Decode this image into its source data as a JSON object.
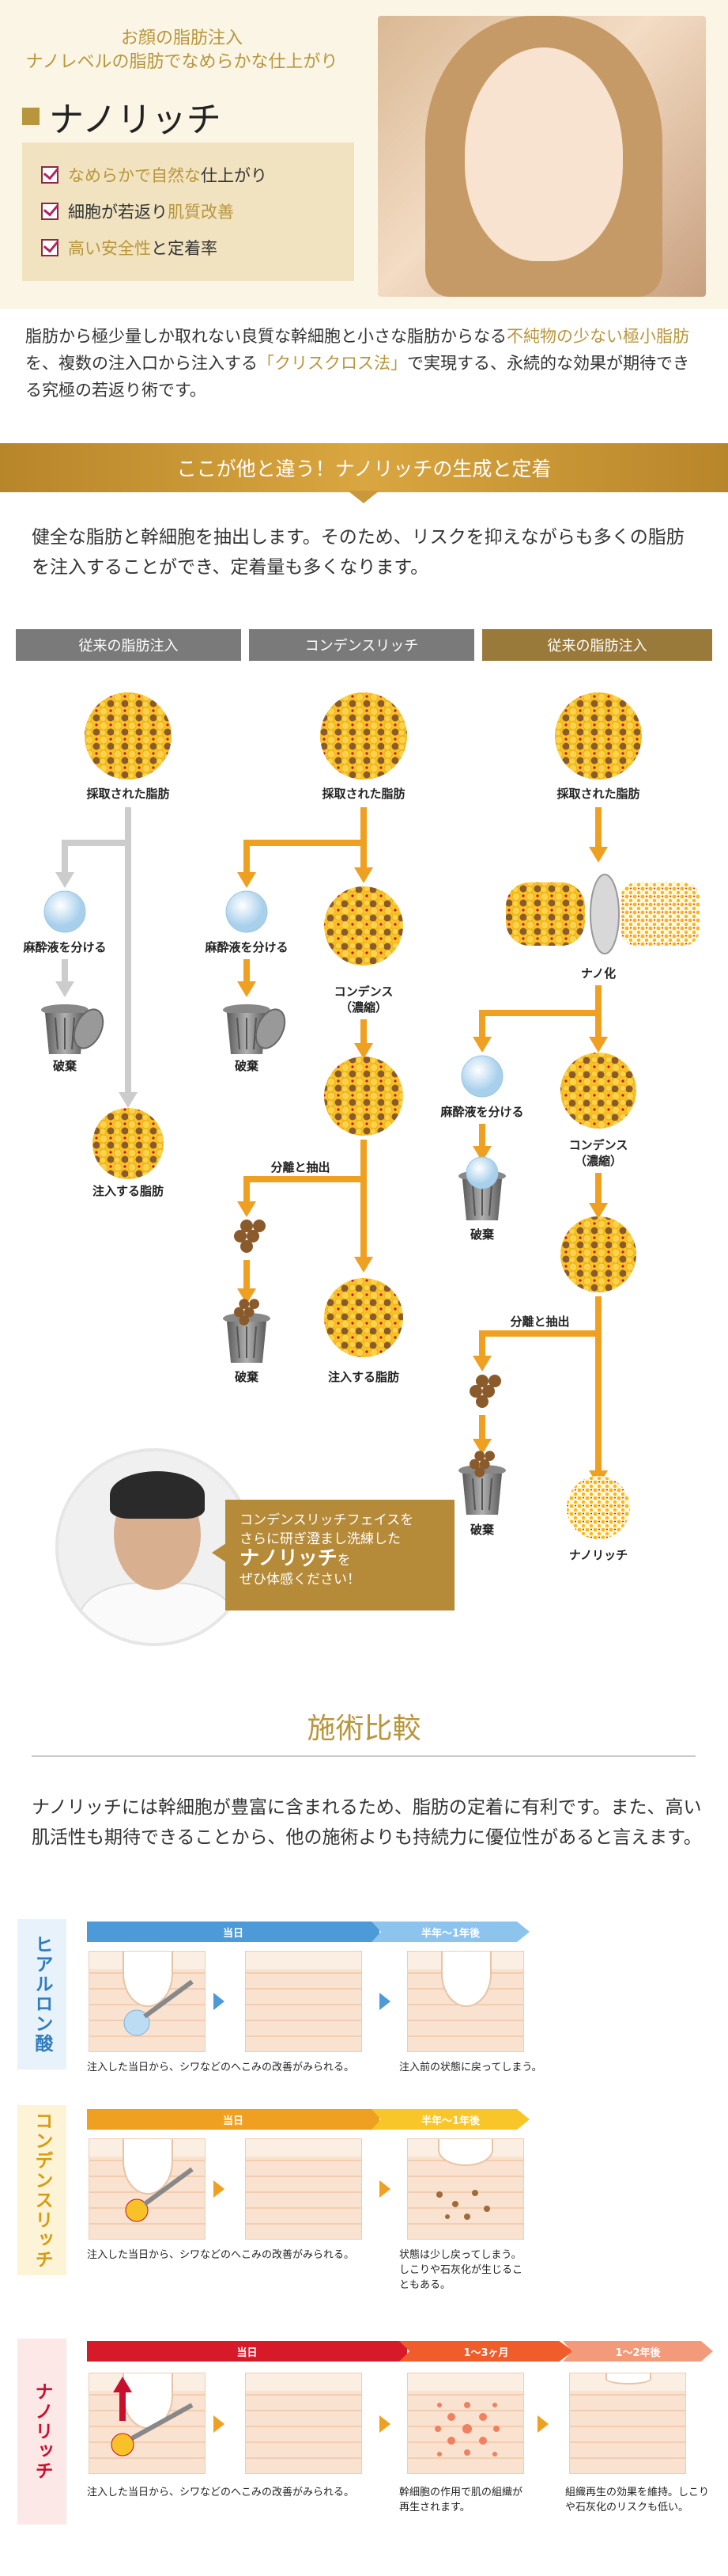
{
  "hero": {
    "line1": "お顔の脂肪注入",
    "line2": "ナノレベルの脂肪でなめらかな仕上がり",
    "title": "ナノリッチ",
    "features": [
      {
        "pre": "",
        "hl": "なめらかで自然な",
        "post": "仕上がり"
      },
      {
        "pre": "細胞が若返り",
        "hl": "肌質改善",
        "post": ""
      },
      {
        "pre": "",
        "hl": "高い安全性",
        "post": "と定着率"
      }
    ]
  },
  "intro": {
    "part1": "脂肪から極少量しか取れない良質な幹細胞と小さな脂肪からなる",
    "hl1": "不純物の少ない極小脂肪",
    "part2": "を、複数の注入口から注入する",
    "hl2": "「クリスクロス法」",
    "part3": "で実現する、永続的な効果が期待できる究極の若返り術です。"
  },
  "banner": "ここが他と違う！ナノリッチの生成と定着",
  "lead": "健全な脂肪と幹細胞を抽出します。そのため、リスクを抑えながらも多くの脂肪を注入することができ、定着量も多くなります。",
  "columns": [
    "従来の脂肪注入",
    "コンデンスリッチ",
    "従来の脂肪注入"
  ],
  "diagram": {
    "harvested": "採取された脂肪",
    "separate_anesthetic": "麻酔液を分ける",
    "discard": "破棄",
    "inject": "注入する脂肪",
    "condense": "コンデンス",
    "condense_sub": "（濃縮）",
    "separate_extract": "分離と抽出",
    "nano": "ナノ化",
    "nanorich": "ナノリッチ"
  },
  "speech": {
    "l1": "コンデンスリッチフェイスを",
    "l2": "さらに研ぎ澄まし洗練した",
    "big": "ナノリッチ",
    "small": "を",
    "l4": "ぜひ体感ください！"
  },
  "comparison": {
    "title": "施術比較",
    "desc": "ナノリッチには幹細胞が豊富に含まれるため、脂肪の定着に有利です。また、高い肌活性も期待できることから、他の施術よりも持続力に優位性があると言えます。",
    "rows": [
      {
        "label": "ヒアルロン酸",
        "timeline": [
          "当日",
          "半年〜1年後"
        ],
        "captions": [
          "注入した当日から、シワなどのへこみの改善がみられる。",
          "注入前の状態に戻ってしまう。"
        ]
      },
      {
        "label": "コンデンスリッチ",
        "timeline": [
          "当日",
          "半年〜1年後"
        ],
        "captions": [
          "注入した当日から、シワなどのへこみの改善がみられる。",
          "状態は少し戻ってしまう。\nしこりや石灰化が生じることもある。"
        ]
      },
      {
        "label": "ナノリッチ",
        "timeline": [
          "当日",
          "1〜3ヶ月",
          "1〜2年後"
        ],
        "captions": [
          "注入した当日から、シワなどのへこみの改善がみられる。",
          "幹細胞の作用で肌の組織が再生されます。",
          "組織再生の効果を維持。しこりや石灰化のリスクも低い。"
        ]
      }
    ]
  },
  "colors": {
    "gold": "#b8963c",
    "orange": "#f0a020",
    "gray_arrow": "#cccccc",
    "hyaluronic": "#2e7bbf",
    "condense": "#d89a10",
    "nanorich": "#c8102e"
  }
}
